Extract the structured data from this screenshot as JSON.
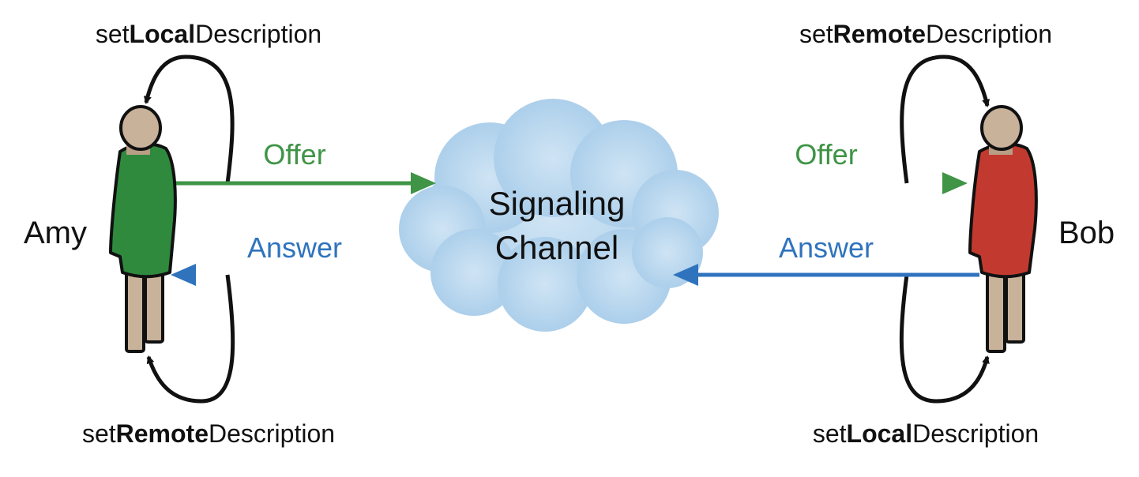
{
  "colors": {
    "offer": "#3f9446",
    "answer": "#2f73bd",
    "loop": "#111111",
    "amy_body": "#2f8a3e",
    "bob_body": "#c23a2f",
    "skin": "#c8b29a",
    "cloud": "#b8d6ee"
  },
  "amy": {
    "name": "Amy",
    "top_method": {
      "prefix": "set",
      "bold": "Local",
      "suffix": "Description"
    },
    "bottom_method": {
      "prefix": "set",
      "bold": "Remote",
      "suffix": "Description"
    }
  },
  "bob": {
    "name": "Bob",
    "top_method": {
      "prefix": "set",
      "bold": "Remote",
      "suffix": "Description"
    },
    "bottom_method": {
      "prefix": "set",
      "bold": "Local",
      "suffix": "Description"
    }
  },
  "signaling": {
    "line1": "Signaling",
    "line2": "Channel"
  },
  "messages": {
    "left_offer": "Offer",
    "left_answer": "Answer",
    "right_offer": "Offer",
    "right_answer": "Answer"
  }
}
